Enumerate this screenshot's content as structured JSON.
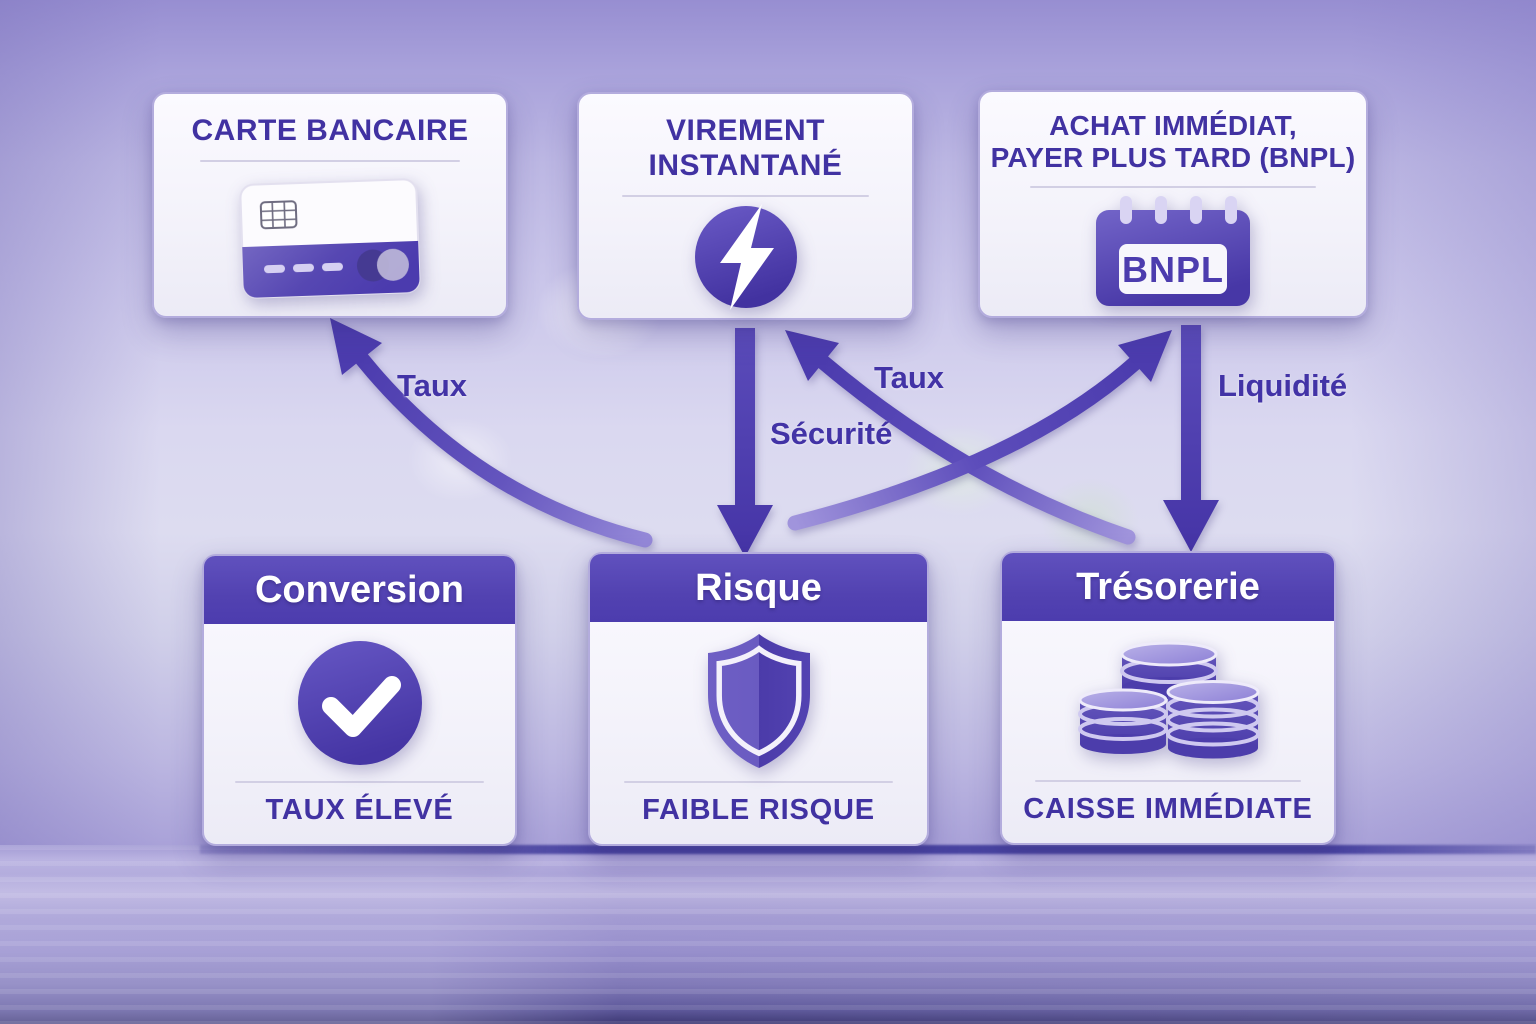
{
  "colors": {
    "accent_purple": "#5041ad",
    "header_purple": "#5242b1",
    "title_text": "#4132a2",
    "label_text": "#4233a6",
    "card_background": "#f5f4fb",
    "card_border": "#b3acdd",
    "background_lavender": "#c9c5e9",
    "table_dark": "#302c67"
  },
  "top_cards": [
    {
      "name": "carte-bancaire",
      "title_line1": "CARTE BANCAIRE",
      "title_line2": "",
      "icon": "credit-card-icon"
    },
    {
      "name": "virement-instantane",
      "title_line1": "VIREMENT",
      "title_line2": "INSTANTANÉ",
      "icon": "lightning-icon"
    },
    {
      "name": "achat-immediat-bnpl",
      "title_line1": "ACHAT IMMÉDIAT,",
      "title_line2": "PAYER PLUS TARD (BNPL)",
      "icon": "bnpl-calendar-icon",
      "icon_label": "BNPL"
    }
  ],
  "bottom_cards": [
    {
      "name": "conversion",
      "title": "Conversion",
      "caption": "TAUX ÉLEVÉ",
      "icon": "check-circle-icon"
    },
    {
      "name": "risque",
      "title": "Risque",
      "caption": "FAIBLE RISQUE",
      "icon": "shield-icon"
    },
    {
      "name": "tresorerie",
      "title": "Trésorerie",
      "caption": "CAISSE IMMÉDIATE",
      "icon": "coins-icon"
    }
  ],
  "arrows": [
    {
      "from": "risque",
      "to": "carte-bancaire",
      "label": "Taux",
      "shape": "curved"
    },
    {
      "from": "virement-instantane",
      "to": "risque",
      "label": "Sécurité",
      "shape": "straight-down"
    },
    {
      "from": "tresorerie",
      "to": "virement-instantane",
      "label": "Taux",
      "shape": "diagonal"
    },
    {
      "from": "risque",
      "to": "achat-immediat-bnpl",
      "label": "",
      "shape": "diagonal"
    },
    {
      "from": "achat-immediat-bnpl",
      "to": "tresorerie",
      "label": "Liquidité",
      "shape": "straight-down"
    }
  ]
}
